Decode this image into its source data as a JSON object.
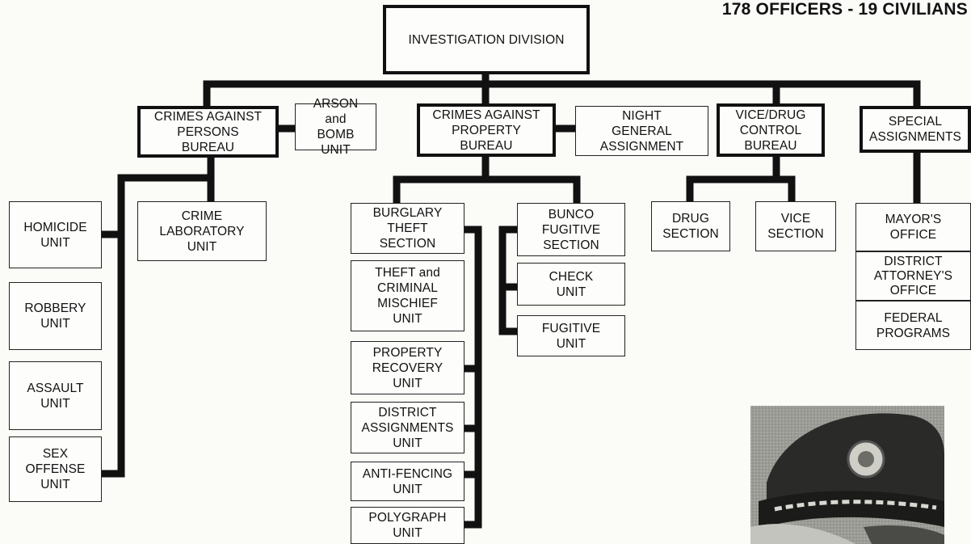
{
  "header": {
    "staffing": "178 OFFICERS - 19 CIVILIANS"
  },
  "division": {
    "label": "INVESTIGATION DIVISION"
  },
  "bureaus": {
    "persons": "CRIMES AGAINST\nPERSONS\nBUREAU",
    "arson": "ARSON\nand\nBOMB\nUNIT",
    "property": "CRIMES AGAINST\nPROPERTY\nBUREAU",
    "night": "NIGHT\nGENERAL\nASSIGNMENT",
    "vice_drug": "VICE/DRUG\nCONTROL\nBUREAU",
    "special": "SPECIAL\nASSIGNMENTS"
  },
  "persons_units": {
    "homicide": "HOMICIDE\nUNIT",
    "robbery": "ROBBERY\nUNIT",
    "assault": "ASSAULT\nUNIT",
    "sex_offense": "SEX\nOFFENSE\nUNIT",
    "crime_lab": "CRIME\nLABORATORY\nUNIT"
  },
  "property_units": {
    "burglary": "BURGLARY\nTHEFT\nSECTION",
    "theft_mischief": "THEFT and\nCRIMINAL\nMISCHIEF\nUNIT",
    "property_recovery": "PROPERTY\nRECOVERY\nUNIT",
    "district": "DISTRICT\nASSIGNMENTS\nUNIT",
    "anti_fencing": "ANTI-FENCING\nUNIT",
    "polygraph": "POLYGRAPH\nUNIT",
    "bunco": "BUNCO\nFUGITIVE\nSECTION",
    "check": "CHECK\nUNIT",
    "fugitive": "FUGITIVE\nUNIT"
  },
  "vice_units": {
    "drug": "DRUG\nSECTION",
    "vice": "VICE\nSECTION"
  },
  "special_units": {
    "mayor": "MAYOR'S\nOFFICE",
    "da": "DISTRICT\nATTORNEY'S\nOFFICE",
    "federal": "FEDERAL\nPROGRAMS"
  },
  "photo": {
    "subject": "officer-cap-photo"
  },
  "colors": {
    "ink": "#111111",
    "paper": "#fbfbf8"
  }
}
